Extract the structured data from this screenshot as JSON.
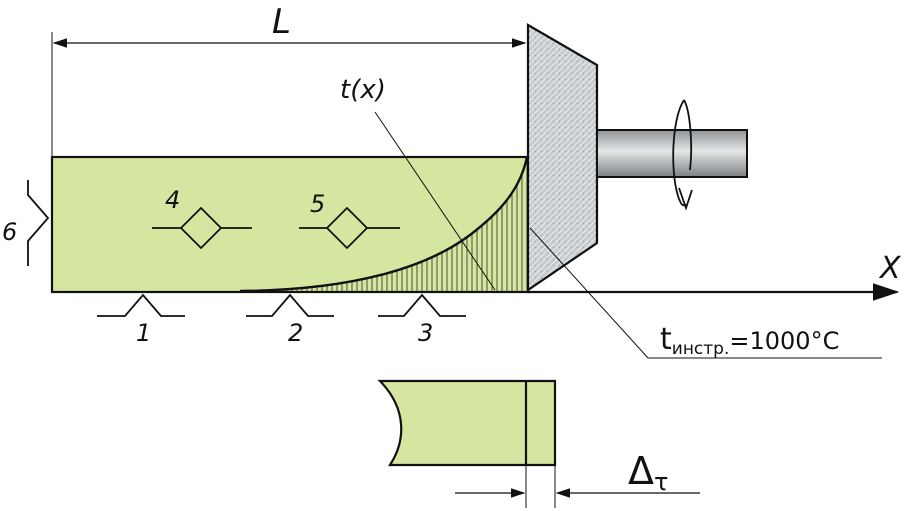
{
  "diagram": {
    "length_label": "L",
    "curve_label": "t(x)",
    "axis_label": "X",
    "tool_temp_label": {
      "t": "t",
      "subscript": "инстр.",
      "value": "=1000°C"
    },
    "delta_label": "Δ",
    "delta_subscript": "τ",
    "markers": [
      "1",
      "2",
      "3",
      "4",
      "5",
      "6"
    ],
    "colors": {
      "workpiece": "#d5e6a0",
      "tool": "#cfd4d6",
      "shaft": "#b8bcbf",
      "line": "#111111"
    }
  }
}
